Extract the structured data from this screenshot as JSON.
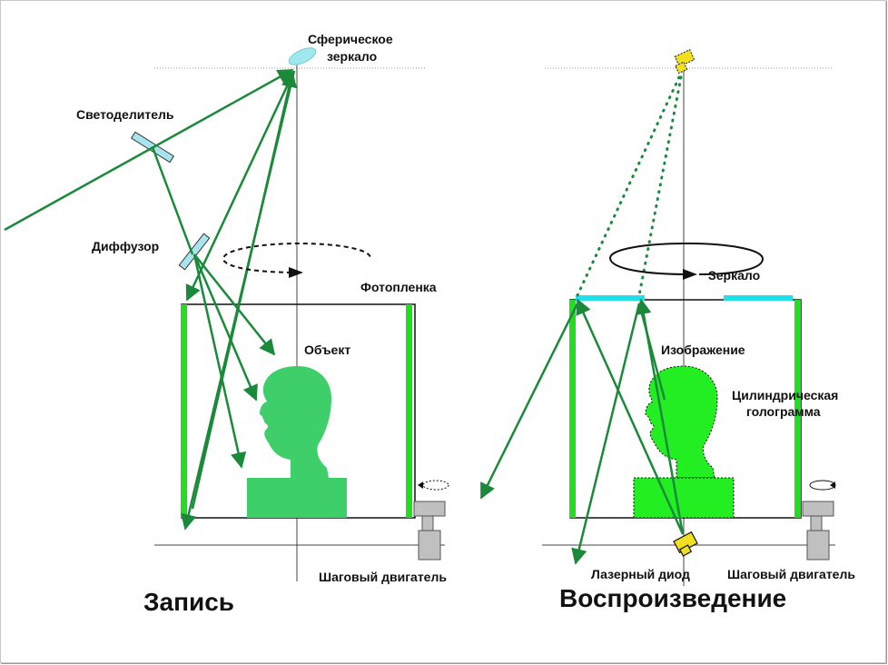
{
  "recording": {
    "title": "Запись",
    "labels": {
      "mirror_line1": "Сферическое",
      "mirror_line2": "зеркало",
      "beam_splitter": "Светоделитель",
      "diffuser": "Диффузор",
      "film": "Фотопленка",
      "object": "Объект",
      "stepper_motor": "Шаговый двигатель"
    }
  },
  "playback": {
    "title": "Воспроизведение",
    "labels": {
      "mirror": "Зеркало",
      "image": "Изображение",
      "hologram_line1": "Цилиндрическая",
      "hologram_line2": "голограмма",
      "laser_diode": "Лазерный диод",
      "stepper_motor": "Шаговый двигатель"
    }
  },
  "colors": {
    "beam": "#1a8a3a",
    "film": "#22dd22",
    "object_fill": "#3ecf6a",
    "image_fill": "#22ee22",
    "mirror_fill": "#9fe8f0",
    "mirror_strip": "#22e0e8",
    "laser": "#f0e020",
    "motor": "#c0c0c0"
  }
}
